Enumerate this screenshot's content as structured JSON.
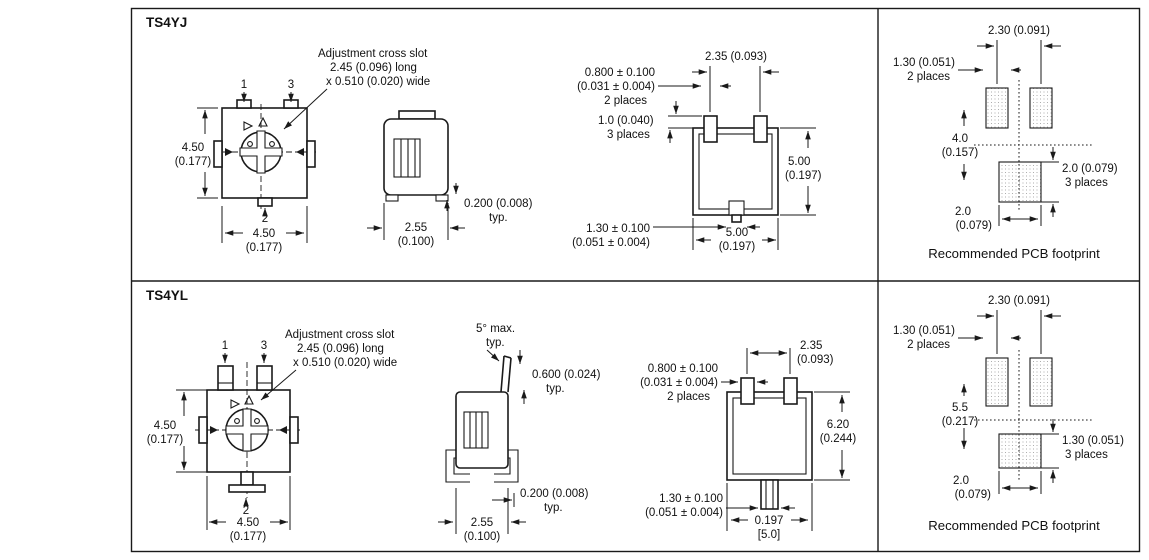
{
  "s1": {
    "title": "TS4YJ",
    "top": {
      "pin1": "1",
      "pin3": "3",
      "pin2": "2",
      "height1": "4.50",
      "height2": "(0.177)",
      "width1": "4.50",
      "width2": "(0.177)",
      "slot1": "Adjustment cross slot",
      "slot2": "2.45 (0.096) long",
      "slot3": "x 0.510 (0.020) wide"
    },
    "side": {
      "w1": "2.55",
      "w2": "(0.100)",
      "standoff1": "0.200 (0.008)",
      "standoff2": "typ."
    },
    "bottom": {
      "pitch": "2.35 (0.093)",
      "pad1": "0.800 ± 0.100",
      "pad2": "(0.031 ± 0.004)",
      "pad3": "2 places",
      "pin_len1": "1.0 (0.040)",
      "pin_len2": "3 places",
      "h1": "5.00",
      "h2": "(0.197)",
      "tab1": "1.30 ± 0.100",
      "tab2": "(0.051 ± 0.004)",
      "w1": "5.00",
      "w2": "(0.197)"
    },
    "fp": {
      "pitch": "2.30 (0.091)",
      "padw1": "1.30 (0.051)",
      "padw2": "2 places",
      "span1": "4.0",
      "span2": "(0.157)",
      "padh1": "2.0 (0.079)",
      "padh2": "3 places",
      "botw1": "2.0",
      "botw2": "(0.079)",
      "caption": "Recommended PCB footprint"
    }
  },
  "s2": {
    "title": "TS4YL",
    "top": {
      "pin1": "1",
      "pin3": "3",
      "pin2": "2",
      "height1": "4.50",
      "height2": "(0.177)",
      "width1": "4.50",
      "width2": "(0.177)",
      "slot1": "Adjustment cross slot",
      "slot2": "2.45 (0.096) long",
      "slot3": "x 0.510 (0.020) wide"
    },
    "side": {
      "angle1": "5° max.",
      "angle2": "typ.",
      "lead1": "0.600 (0.024)",
      "lead2": "typ.",
      "standoff1": "0.200 (0.008)",
      "standoff2": "typ.",
      "w1": "2.55",
      "w2": "(0.100)"
    },
    "bottom": {
      "pad1": "0.800 ± 0.100",
      "pad2": "(0.031 ± 0.004)",
      "pad3": "2 places",
      "pitch1": "2.35",
      "pitch2": "(0.093)",
      "h1": "6.20",
      "h2": "(0.244)",
      "tab1": "1.30 ± 0.100",
      "tab2": "(0.051 ± 0.004)",
      "w1": "0.197",
      "w2": "[5.0]"
    },
    "fp": {
      "pitch": "2.30 (0.091)",
      "padw1": "1.30 (0.051)",
      "padw2": "2 places",
      "span1": "5.5",
      "span2": "(0.217)",
      "padh1": "1.30 (0.051)",
      "padh2": "3 places",
      "botw1": "2.0",
      "botw2": "(0.079)",
      "caption": "Recommended PCB footprint"
    }
  }
}
